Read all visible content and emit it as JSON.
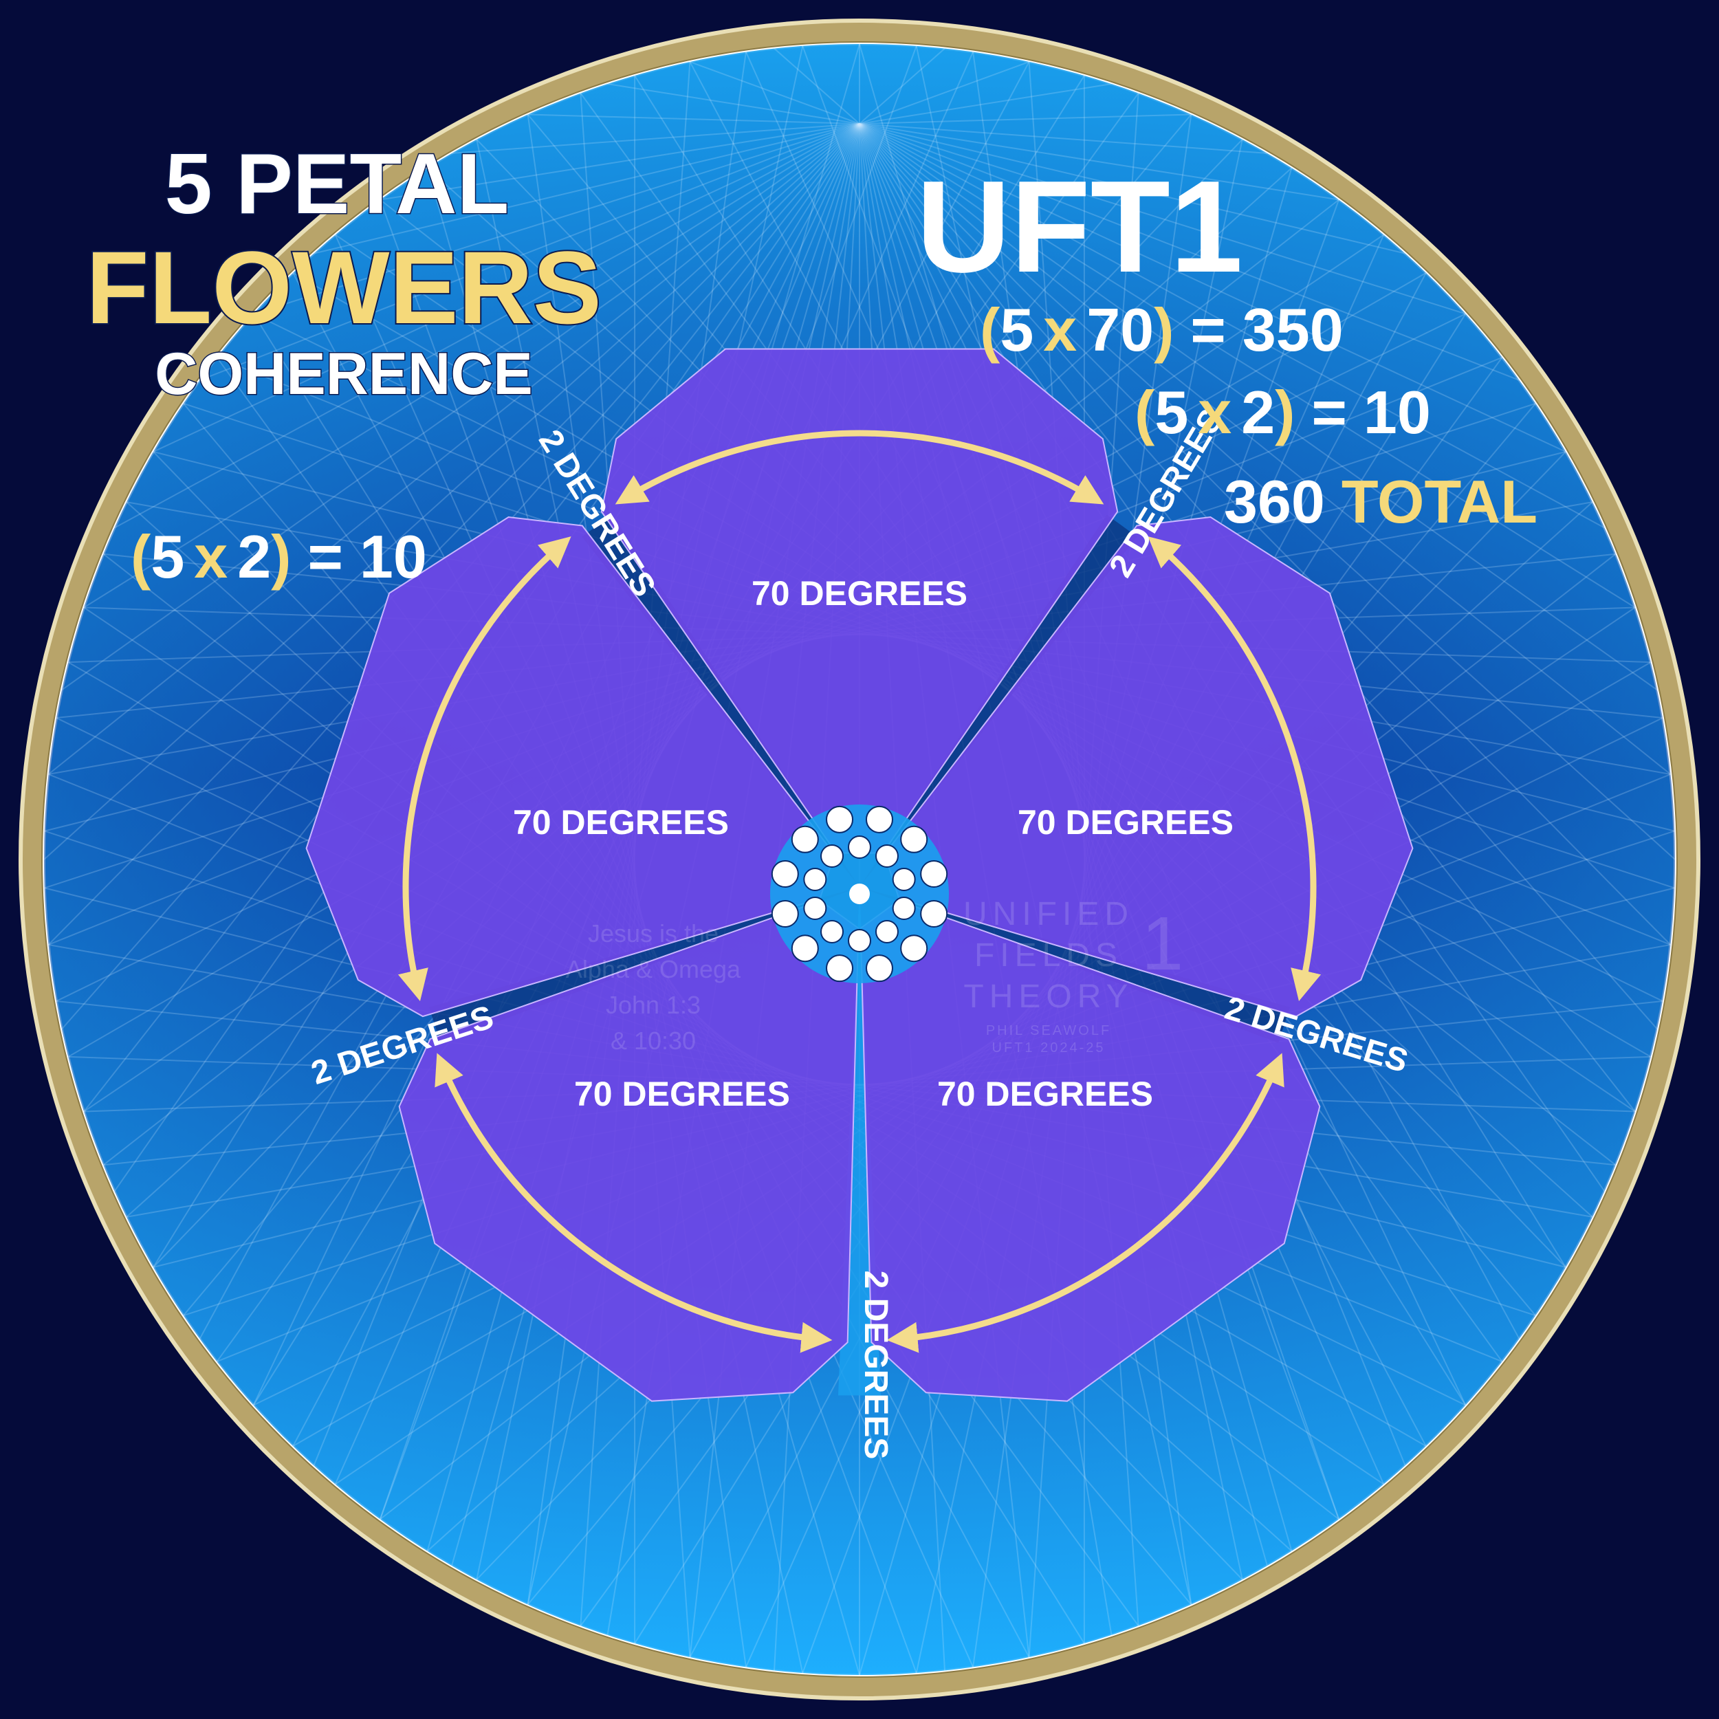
{
  "title": {
    "line1": "5 PETAL",
    "line2": "FLOWERS",
    "line3": "COHERENCE"
  },
  "brand": "UFT1",
  "equations": {
    "petals": {
      "open": "(",
      "a": "5",
      "x": "x",
      "b": "70",
      "close": ")",
      "eq": "=",
      "result": "350"
    },
    "gaps_right": {
      "open": "(",
      "a": "5",
      "x": "x",
      "b": "2",
      "close": ")",
      "eq": "=",
      "result": "10"
    },
    "total": {
      "value": "360",
      "label": "TOTAL"
    },
    "gaps_left": {
      "open": "(",
      "a": "5",
      "x": "x",
      "b": "2",
      "close": ")",
      "eq": "=",
      "result": "10"
    }
  },
  "petal_labels": [
    "70 DEGREES",
    "70 DEGREES",
    "70 DEGREES",
    "70 DEGREES",
    "70 DEGREES"
  ],
  "gap_labels": [
    "2 DEGREES",
    "2 DEGREES",
    "2 DEGREES",
    "2 DEGREES",
    "2 DEGREES"
  ],
  "watermark": {
    "left": [
      "Jesus is the",
      "Alpha & Omega",
      "John 1:3",
      "& 10:30"
    ],
    "right": [
      "UNIFIED",
      "FIELDS",
      "THEORY",
      "PHIL SEAWOLF",
      "UFT1 2024-25"
    ],
    "right_num": "1"
  },
  "colors": {
    "background": "#050b3a",
    "disc_light": "#1aa0ee",
    "disc_dark": "#0a3f95",
    "ring": "#b8a46a",
    "petal": "#6e47e6",
    "arrow": "#f4dc8c",
    "gold_text": "#f5d97a",
    "white": "#ffffff"
  }
}
